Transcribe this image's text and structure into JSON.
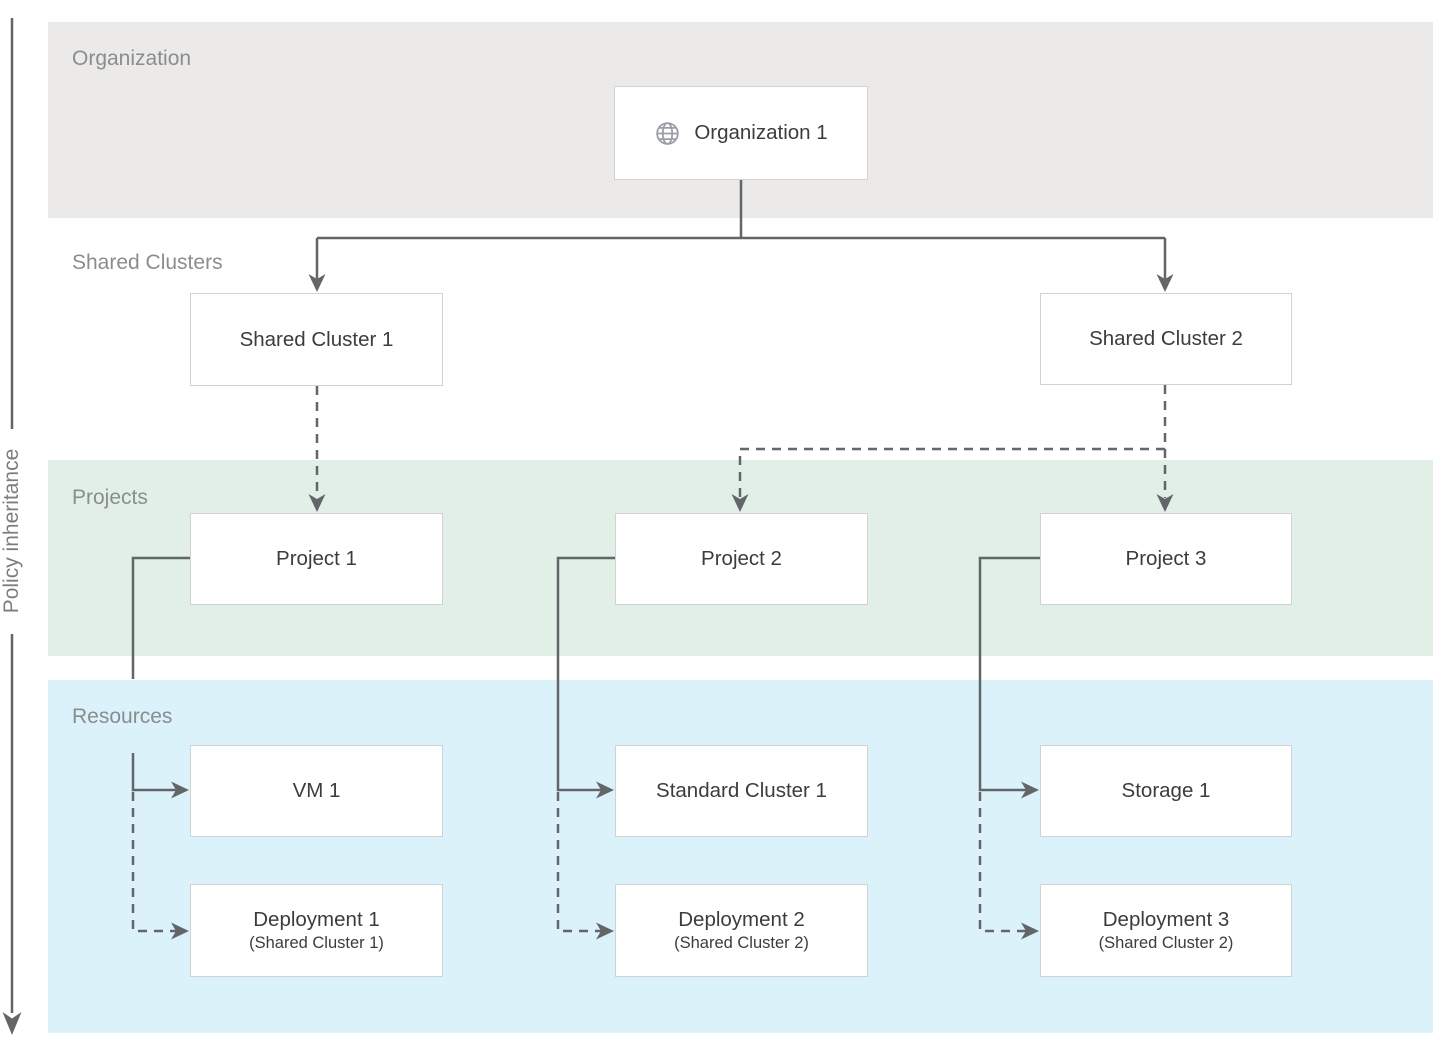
{
  "policy_inheritance": {
    "label": "Policy inheritance"
  },
  "bands": {
    "organization": {
      "label": "Organization",
      "color": "#EBEAE8"
    },
    "shared_clusters": {
      "label": "Shared Clusters"
    },
    "projects": {
      "label": "Projects",
      "color": "#E1EFE6"
    },
    "resources": {
      "label": "Resources",
      "color": "#DCF2FA"
    }
  },
  "nodes": {
    "organization1": {
      "label": "Organization 1",
      "icon": "globe-icon"
    },
    "shared_cluster1": {
      "label": "Shared Cluster 1"
    },
    "shared_cluster2": {
      "label": "Shared Cluster 2"
    },
    "project1": {
      "label": "Project 1"
    },
    "project2": {
      "label": "Project 2"
    },
    "project3": {
      "label": "Project 3"
    },
    "vm1": {
      "label": "VM 1"
    },
    "standard_cluster1": {
      "label": "Standard Cluster 1"
    },
    "storage1": {
      "label": "Storage 1"
    },
    "deployment1": {
      "label": "Deployment 1",
      "sublabel": "(Shared Cluster 1)"
    },
    "deployment2": {
      "label": "Deployment 2",
      "sublabel": "(Shared Cluster 2)"
    },
    "deployment3": {
      "label": "Deployment 3",
      "sublabel": "(Shared Cluster 2)"
    }
  },
  "colors": {
    "connector_line": "#636668",
    "node_border": "#D2D2D2",
    "node_text": "#3A3D40",
    "band_label_text": "#8A8D8F",
    "globe_icon": "#9AA0A6"
  }
}
